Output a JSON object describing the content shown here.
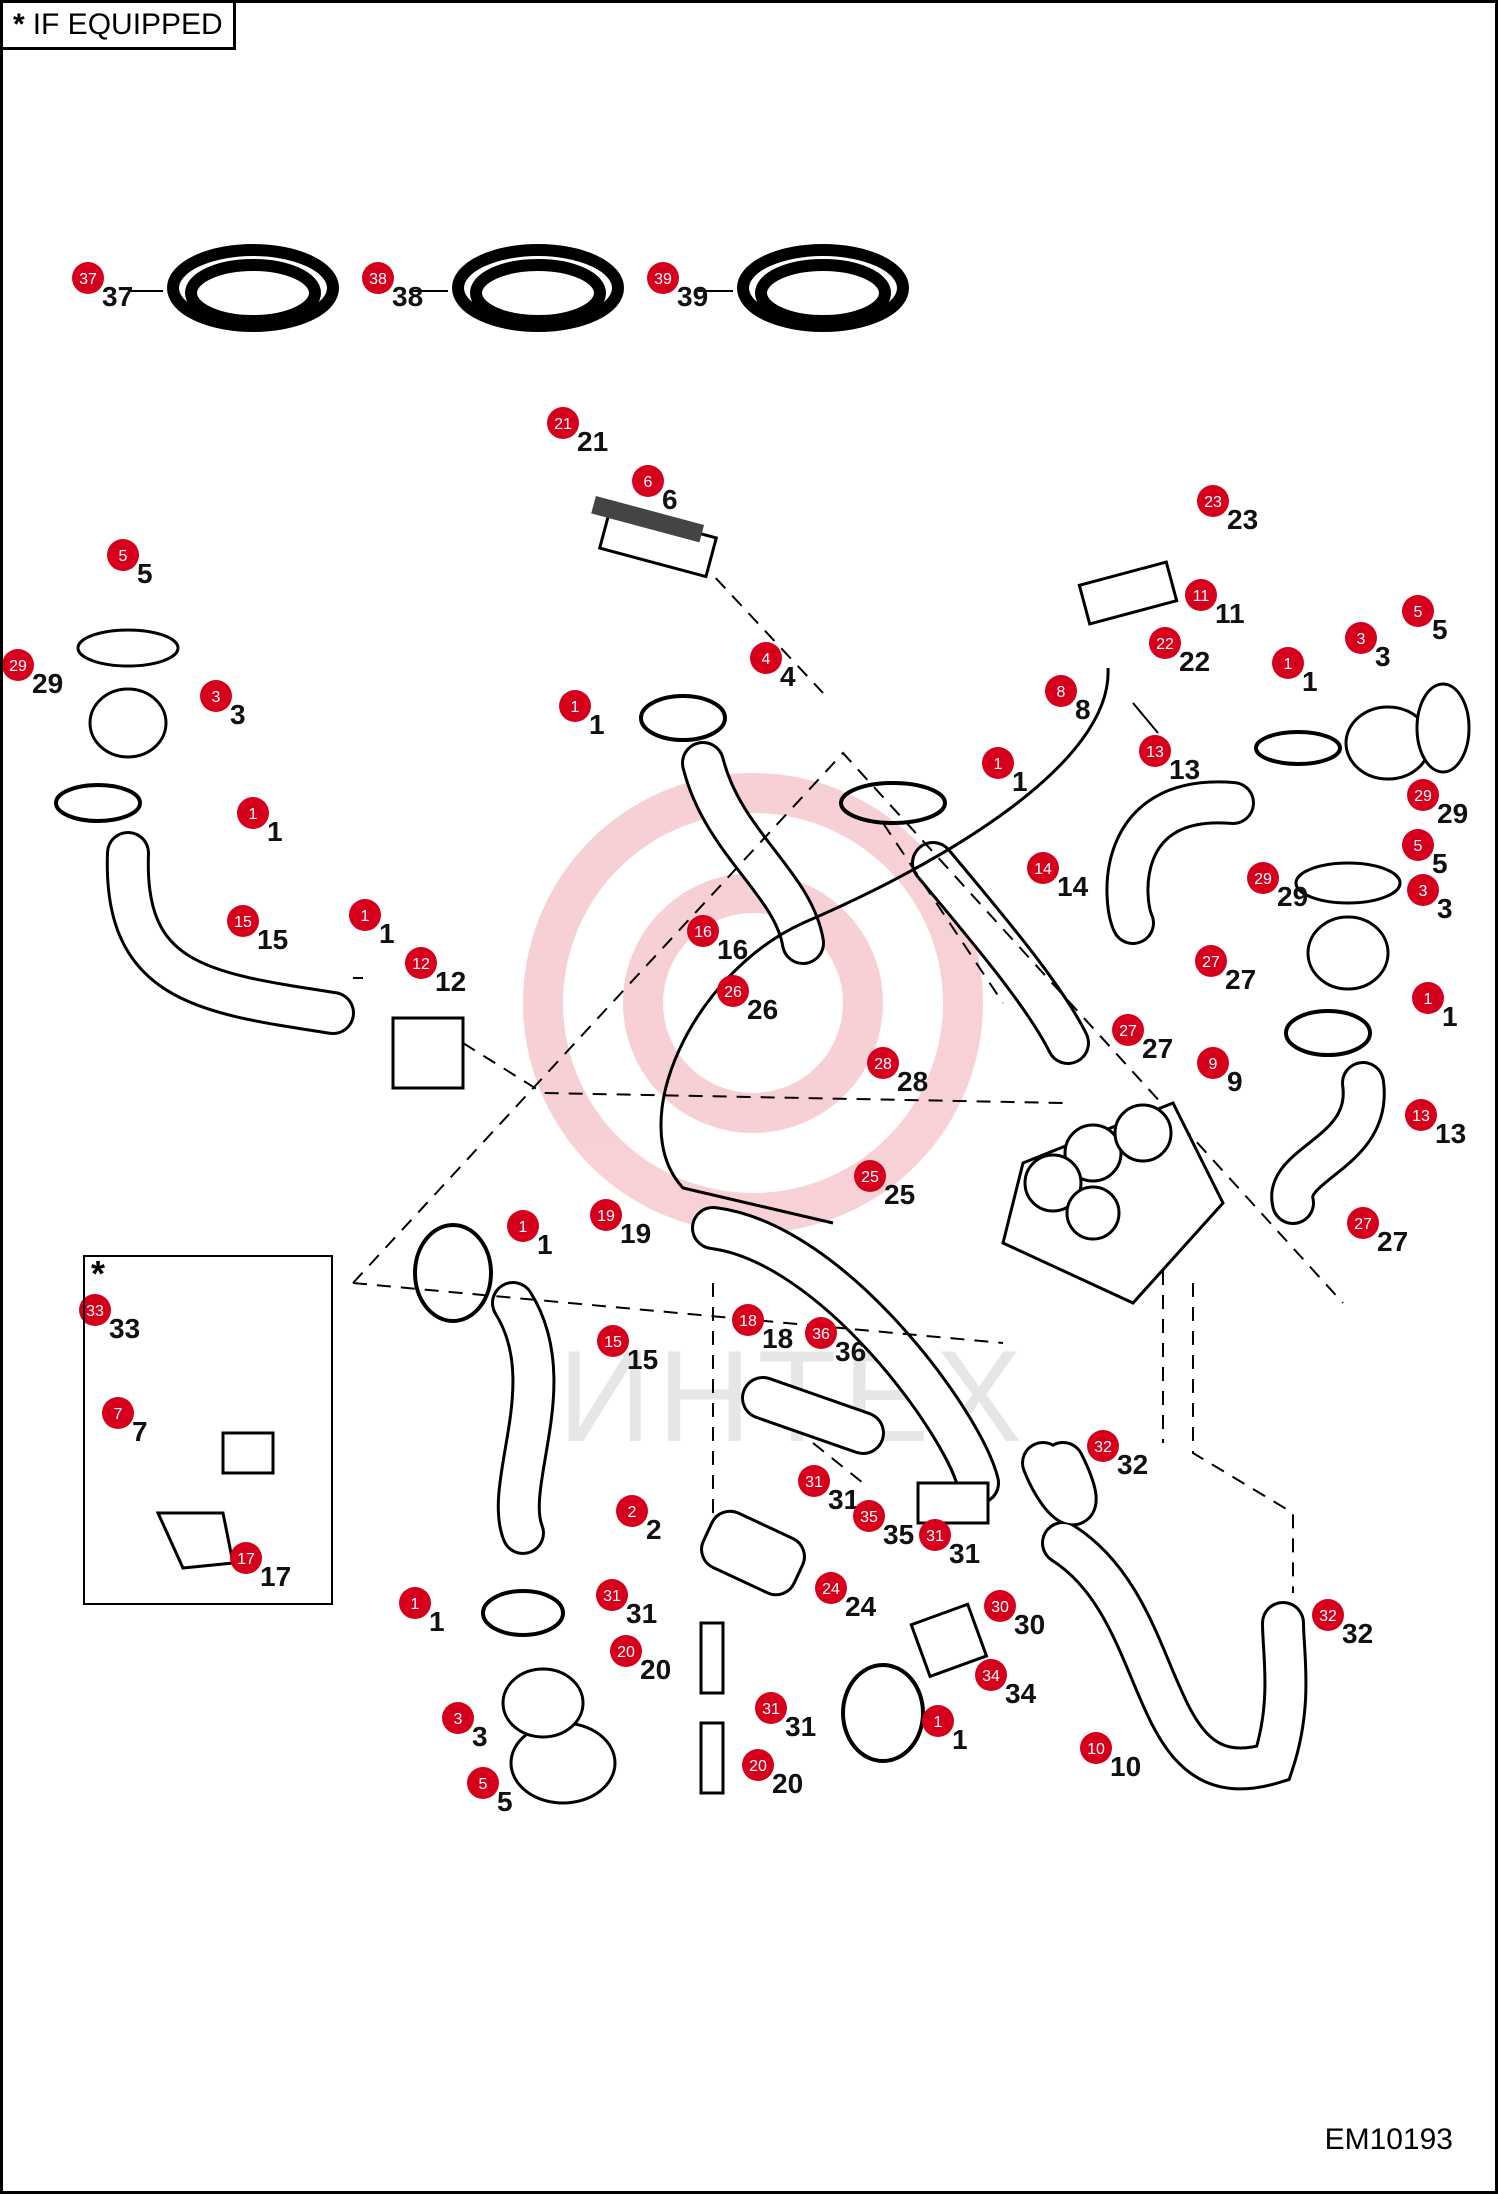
{
  "legend": {
    "star": "*",
    "text": "IF EQUIPPED"
  },
  "inset": {
    "star": "*"
  },
  "watermark": "ИНТЕХ",
  "drawing_id": "EM10193",
  "callouts": [
    {
      "n": "37"
    },
    {
      "n": "38"
    },
    {
      "n": "39"
    },
    {
      "n": "21"
    },
    {
      "n": "6"
    },
    {
      "n": "23"
    },
    {
      "n": "11"
    },
    {
      "n": "22"
    },
    {
      "n": "8"
    },
    {
      "n": "5"
    },
    {
      "n": "29"
    },
    {
      "n": "3"
    },
    {
      "n": "4"
    },
    {
      "n": "1"
    },
    {
      "n": "1"
    },
    {
      "n": "1"
    },
    {
      "n": "3"
    },
    {
      "n": "5"
    },
    {
      "n": "1"
    },
    {
      "n": "13"
    },
    {
      "n": "29"
    },
    {
      "n": "14"
    },
    {
      "n": "15"
    },
    {
      "n": "1"
    },
    {
      "n": "12"
    },
    {
      "n": "16"
    },
    {
      "n": "5"
    },
    {
      "n": "29"
    },
    {
      "n": "3"
    },
    {
      "n": "26"
    },
    {
      "n": "27"
    },
    {
      "n": "27"
    },
    {
      "n": "1"
    },
    {
      "n": "28"
    },
    {
      "n": "9"
    },
    {
      "n": "13"
    },
    {
      "n": "25"
    },
    {
      "n": "27"
    },
    {
      "n": "19"
    },
    {
      "n": "1"
    },
    {
      "n": "33"
    },
    {
      "n": "18"
    },
    {
      "n": "36"
    },
    {
      "n": "15"
    },
    {
      "n": "7"
    },
    {
      "n": "32"
    },
    {
      "n": "31"
    },
    {
      "n": "2"
    },
    {
      "n": "35"
    },
    {
      "n": "31"
    },
    {
      "n": "17"
    },
    {
      "n": "31"
    },
    {
      "n": "24"
    },
    {
      "n": "30"
    },
    {
      "n": "32"
    },
    {
      "n": "1"
    },
    {
      "n": "20"
    },
    {
      "n": "34"
    },
    {
      "n": "31"
    },
    {
      "n": "3"
    },
    {
      "n": "1"
    },
    {
      "n": "10"
    },
    {
      "n": "20"
    },
    {
      "n": "5"
    }
  ]
}
